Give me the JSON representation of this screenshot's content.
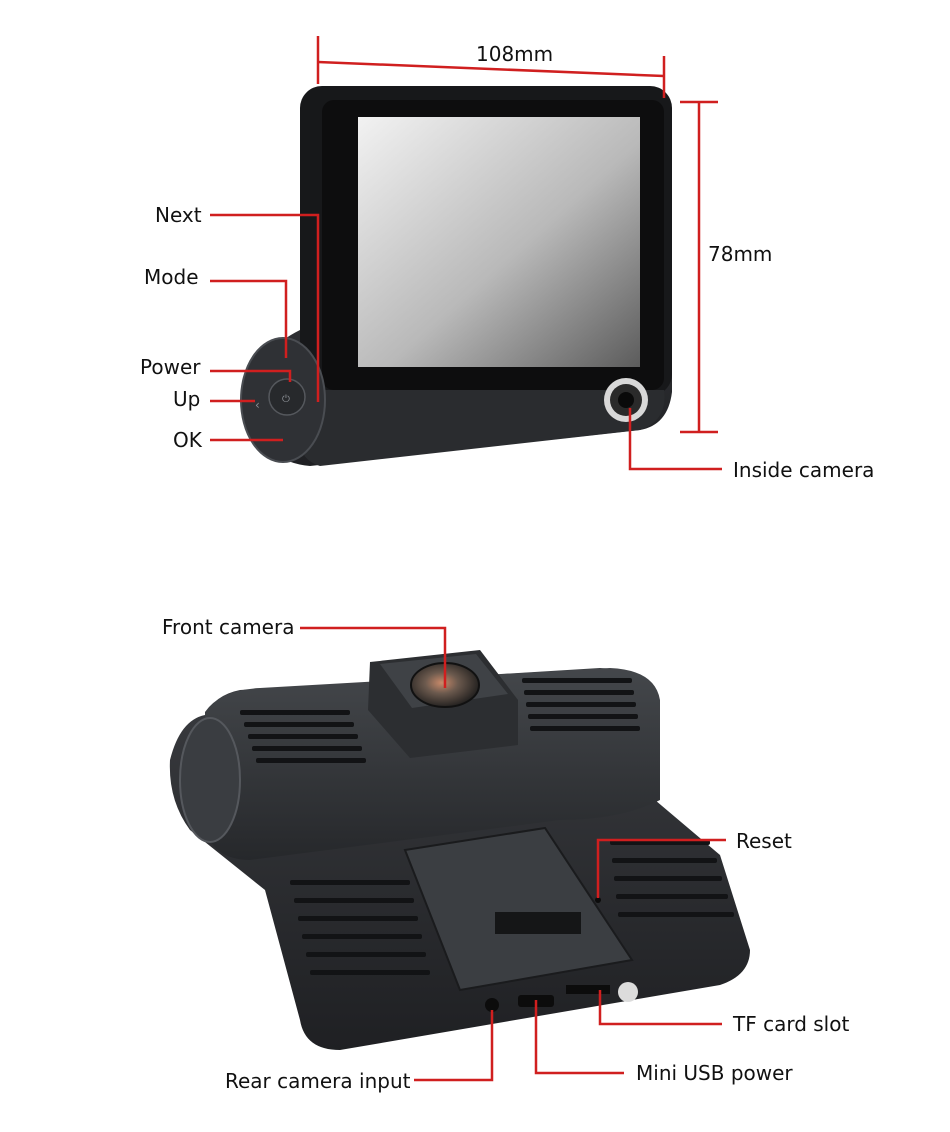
{
  "dimensions": {
    "width": "108mm",
    "height": "78mm"
  },
  "labels": {
    "next": "Next",
    "mode": "Mode",
    "power": "Power",
    "up": "Up",
    "ok": "OK",
    "inside_camera": "Inside camera",
    "front_camera": "Front camera",
    "reset": "Reset",
    "tf_card_slot": "TF card slot",
    "mini_usb_power": "Mini USB power",
    "rear_camera_input": "Rear camera input"
  },
  "colors": {
    "leader": "#d01f1f",
    "body": "#2b2d30",
    "text": "#111111"
  }
}
